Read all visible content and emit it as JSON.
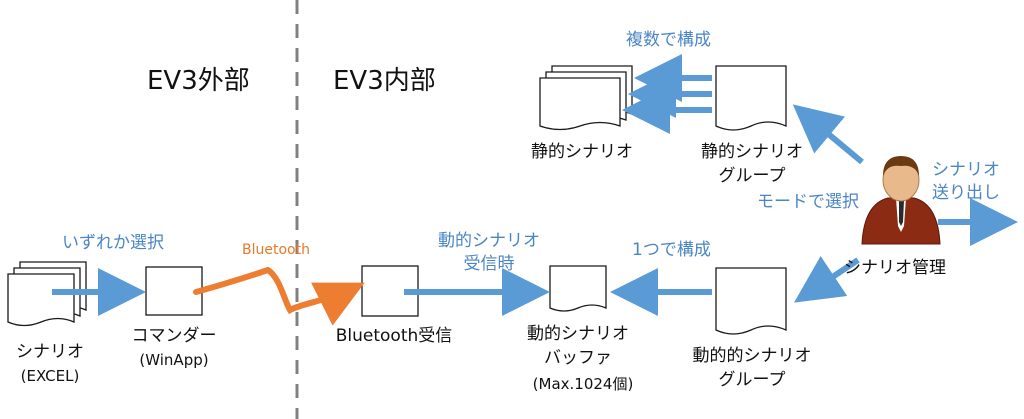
{
  "regions": {
    "outside": "EV3外部",
    "inside": "EV3内部"
  },
  "nodes": {
    "scenario_excel": {
      "label": "シナリオ",
      "sub": "(EXCEL)"
    },
    "commander": {
      "label": "コマンダー",
      "sub": "(WinApp)"
    },
    "bt_receive": {
      "label": "Bluetooth受信"
    },
    "dynamic_buffer": {
      "line1": "動的シナリオ",
      "line2": "バッファ",
      "line3": "(Max.1024個)"
    },
    "dynamic_group": {
      "line1": "動的的シナリオ",
      "line2": "グループ"
    },
    "static_scenario": {
      "label": "静的シナリオ"
    },
    "static_group": {
      "line1": "静的シナリオ",
      "line2": "グループ"
    },
    "manager": {
      "label": "シナリオ管理"
    }
  },
  "edge_labels": {
    "select_one": "いずれか選択",
    "bluetooth": "Bluetooth",
    "on_dynamic_receive": [
      "動的シナリオ",
      "受信時"
    ],
    "composed_of_one": "1つで構成",
    "composed_of_many": "複数で構成",
    "mode_select": "モードで選択",
    "send_out": [
      "シナリオ",
      "送り出し"
    ]
  },
  "colors": {
    "arrow_blue": "#5b9bd5",
    "arrow_orange": "#ed7d31",
    "divider": "#808080",
    "text_blue": "#4a86c5"
  }
}
